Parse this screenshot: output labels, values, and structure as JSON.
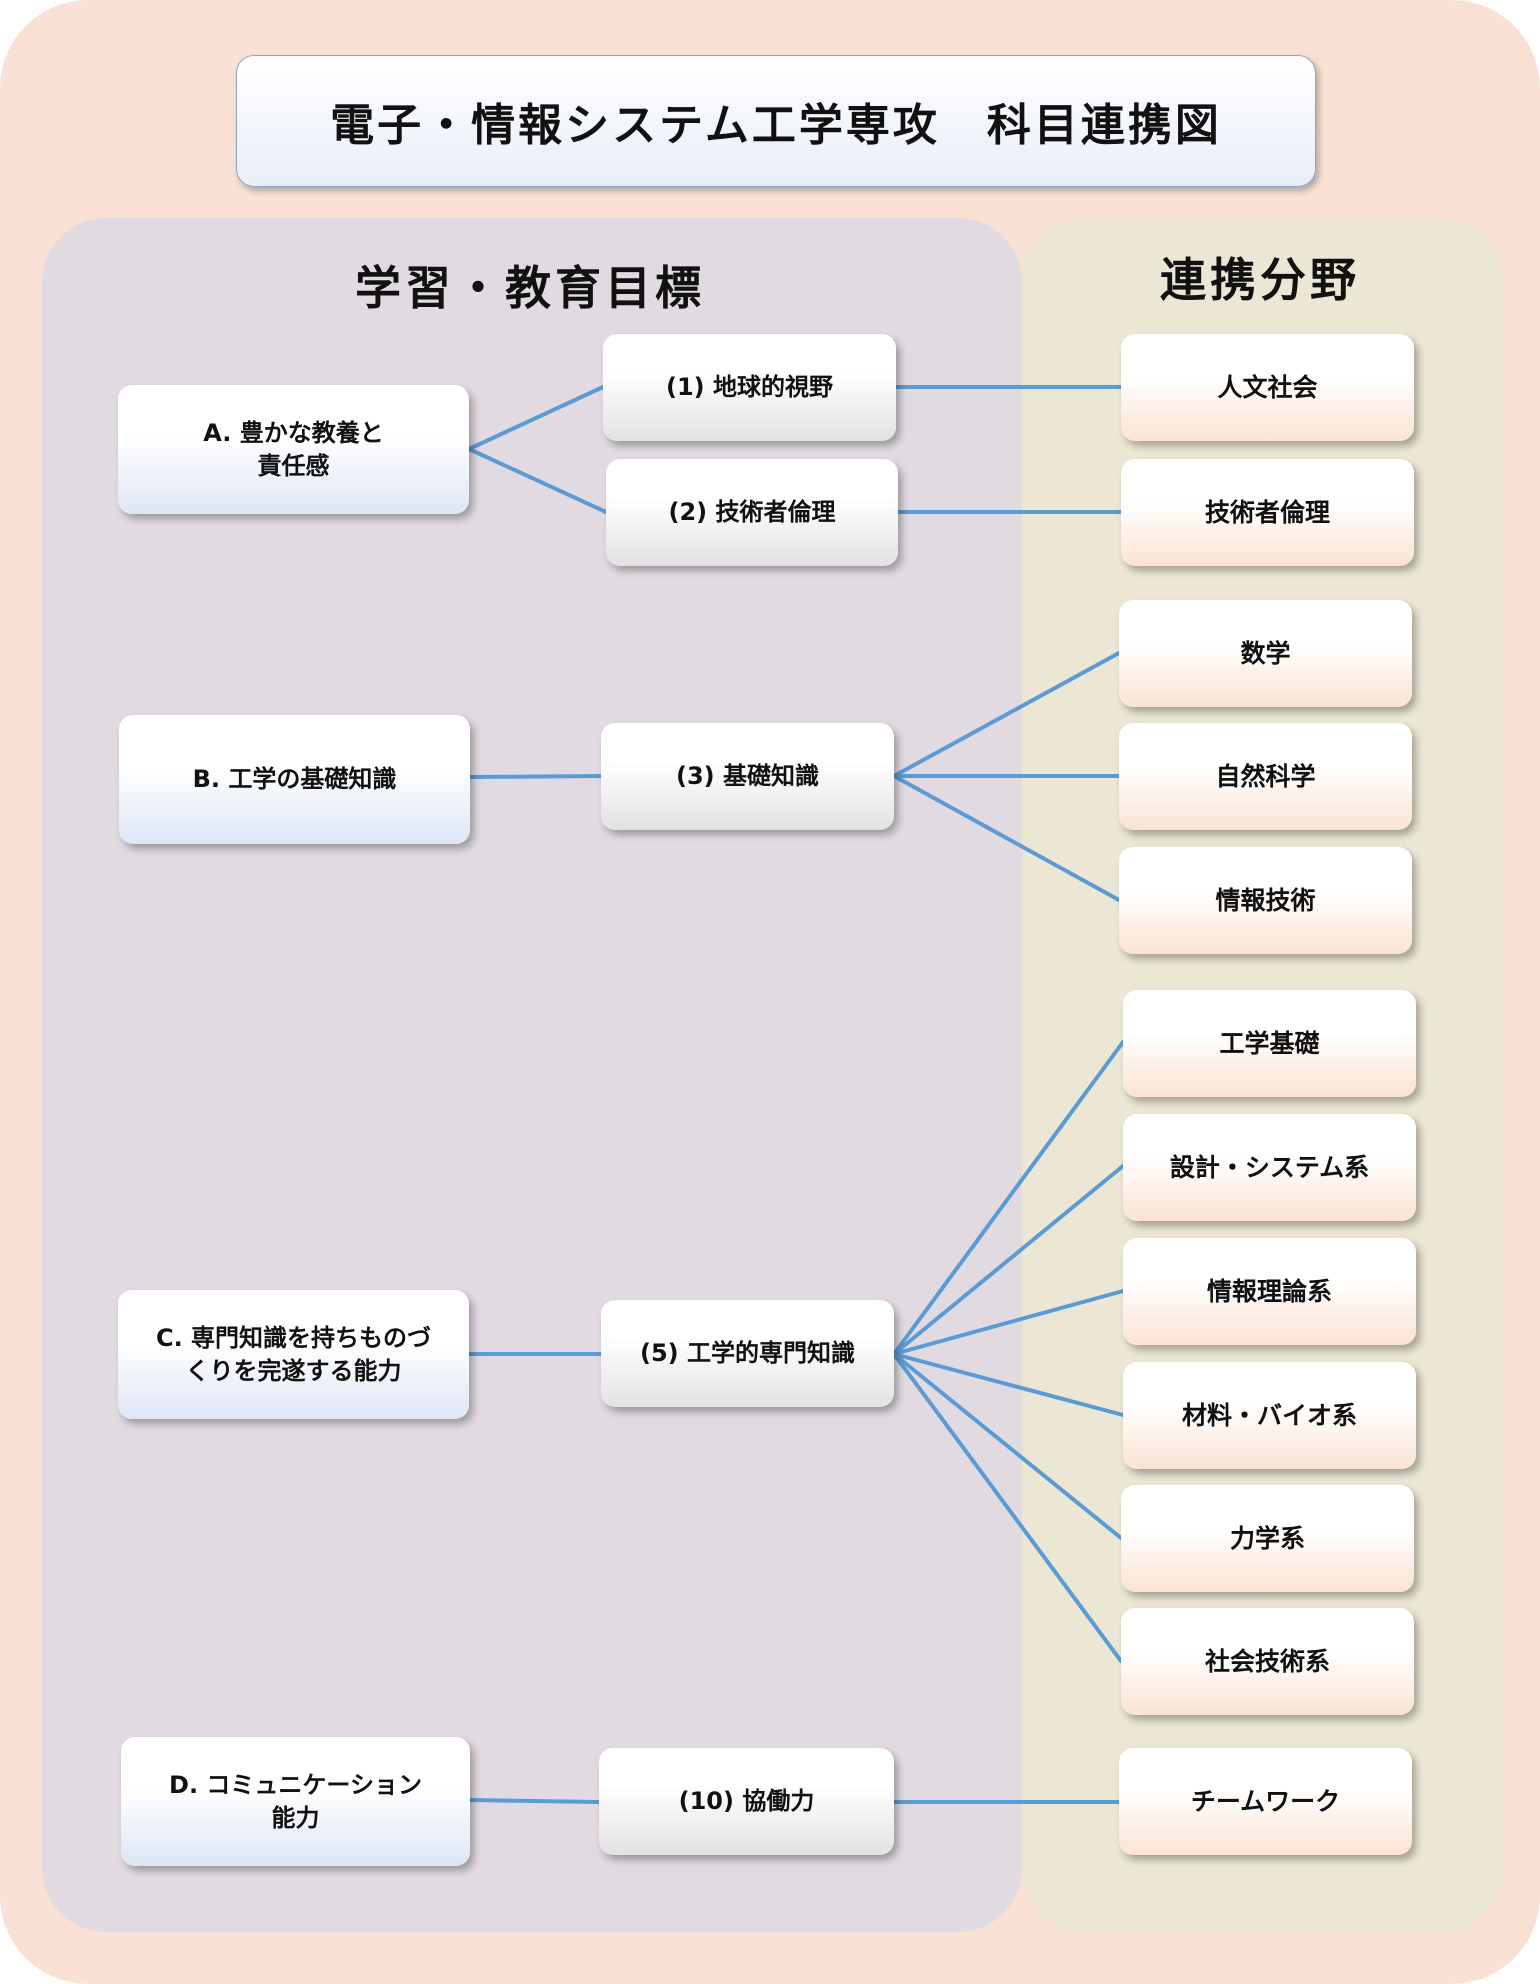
{
  "title": "電子・情報システム工学専攻　科目連携図",
  "left_heading": "学習・教育目標",
  "right_heading": "連携分野",
  "goals": [
    {
      "id": "A",
      "line1": "A. 豊かな教養と",
      "line2": "責任感"
    },
    {
      "id": "B",
      "line1": "B. 工学の基礎知識",
      "line2": ""
    },
    {
      "id": "C",
      "line1": "C. 専門知識を持ちものづ",
      "line2": "くりを完遂する能力"
    },
    {
      "id": "D",
      "line1": "D. コミュニケーション",
      "line2": "能力"
    }
  ],
  "objectives": [
    "(1) 地球的視野",
    "(2) 技術者倫理",
    "(3) 基礎知識",
    "(5) 工学的専門知識",
    "(10) 協働力"
  ],
  "fields": [
    "人文社会",
    "技術者倫理",
    "数学",
    "自然科学",
    "情報技術",
    "工学基礎",
    "設計・システム系",
    "情報理論系",
    "材料・バイオ系",
    "力学系",
    "社会技術系",
    "チームワーク"
  ],
  "colors": {
    "outer_bg": "#f9e2d5",
    "left_panel": "#e1dbe1",
    "right_panel": "#ebe7d4",
    "connector": "#5b9bd5"
  }
}
